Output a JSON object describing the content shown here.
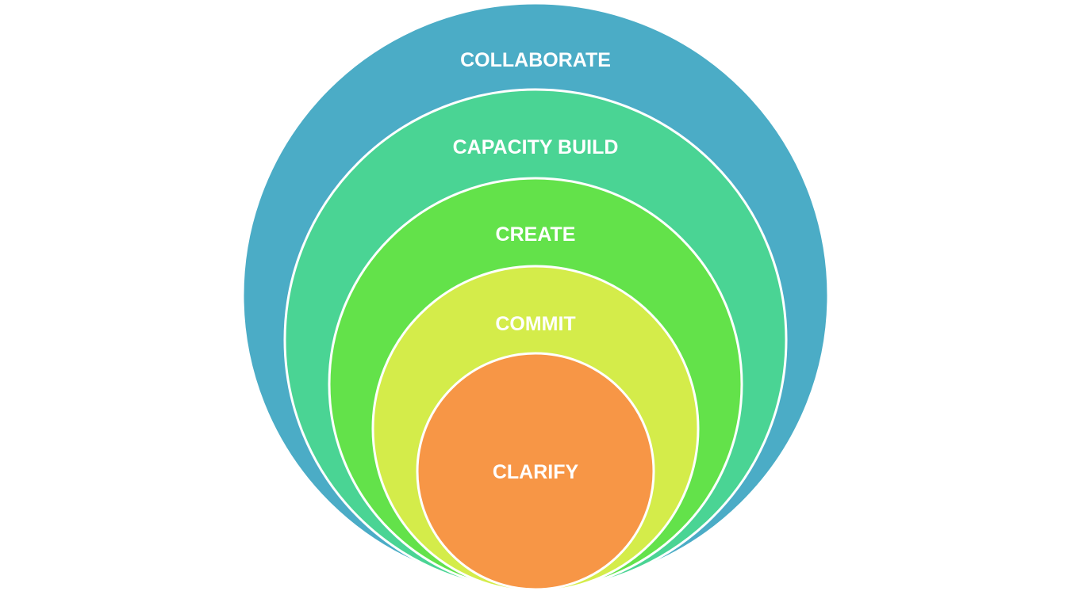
{
  "diagram": {
    "type": "nested-circles",
    "rings": [
      {
        "label": "COLLABORATE",
        "color": "#4bacc6"
      },
      {
        "label": "CAPACITY BUILD",
        "color": "#4ad494"
      },
      {
        "label": "CREATE",
        "color": "#63e24a"
      },
      {
        "label": "COMMIT",
        "color": "#d4ec4a"
      },
      {
        "label": "CLARIFY",
        "color": "#f79646"
      }
    ],
    "stroke_color": "#ffffff"
  }
}
